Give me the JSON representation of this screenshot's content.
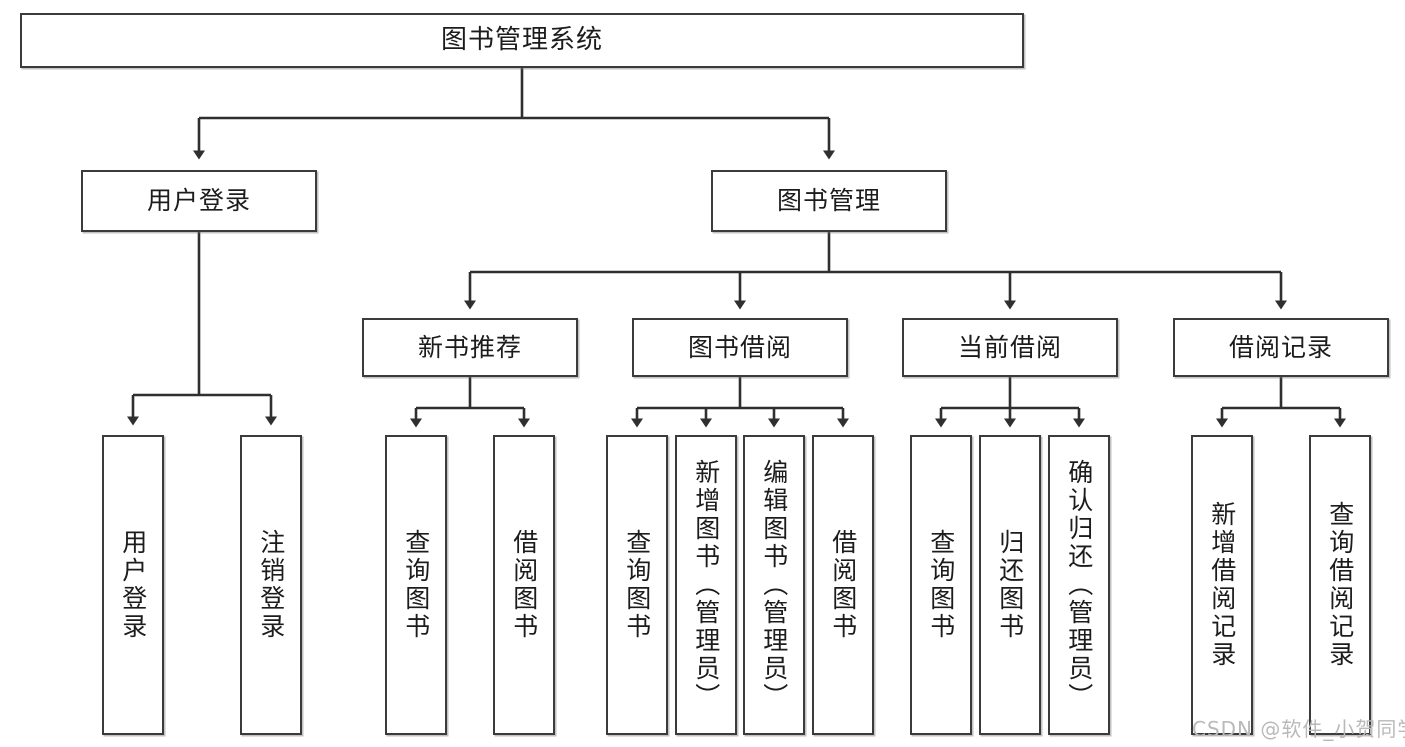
{
  "diagram": {
    "title": "图书管理系统",
    "type": "tree",
    "watermark": "CSDN @软件_小贺同学",
    "colors": {
      "box_border": "#3b3b3b",
      "box_fill": "#ffffff",
      "line": "#2f2f2f",
      "text": "#1c1c1c",
      "watermark": "#b9b9b9",
      "background": "#ffffff"
    },
    "nodes": {
      "root": {
        "label": "图书管理系统"
      },
      "level2": [
        {
          "label": "用户登录"
        },
        {
          "label": "图书管理"
        }
      ],
      "level3": [
        {
          "label": "新书推荐"
        },
        {
          "label": "图书借阅"
        },
        {
          "label": "当前借阅"
        },
        {
          "label": "借阅记录"
        }
      ],
      "leaves_user_login": [
        {
          "label": "用户登录"
        },
        {
          "label": "注销登录"
        }
      ],
      "leaves_new_books": [
        {
          "label": "查询图书"
        },
        {
          "label": "借阅图书"
        }
      ],
      "leaves_borrow": [
        {
          "label": "查询图书"
        },
        {
          "label": "新增图书（管理员）"
        },
        {
          "label": "编辑图书（管理员）"
        },
        {
          "label": "借阅图书"
        }
      ],
      "leaves_current": [
        {
          "label": "查询图书"
        },
        {
          "label": "归还图书"
        },
        {
          "label": "确认归还（管理员）"
        }
      ],
      "leaves_records": [
        {
          "label": "新增借阅记录"
        },
        {
          "label": "查询借阅记录"
        }
      ]
    }
  }
}
